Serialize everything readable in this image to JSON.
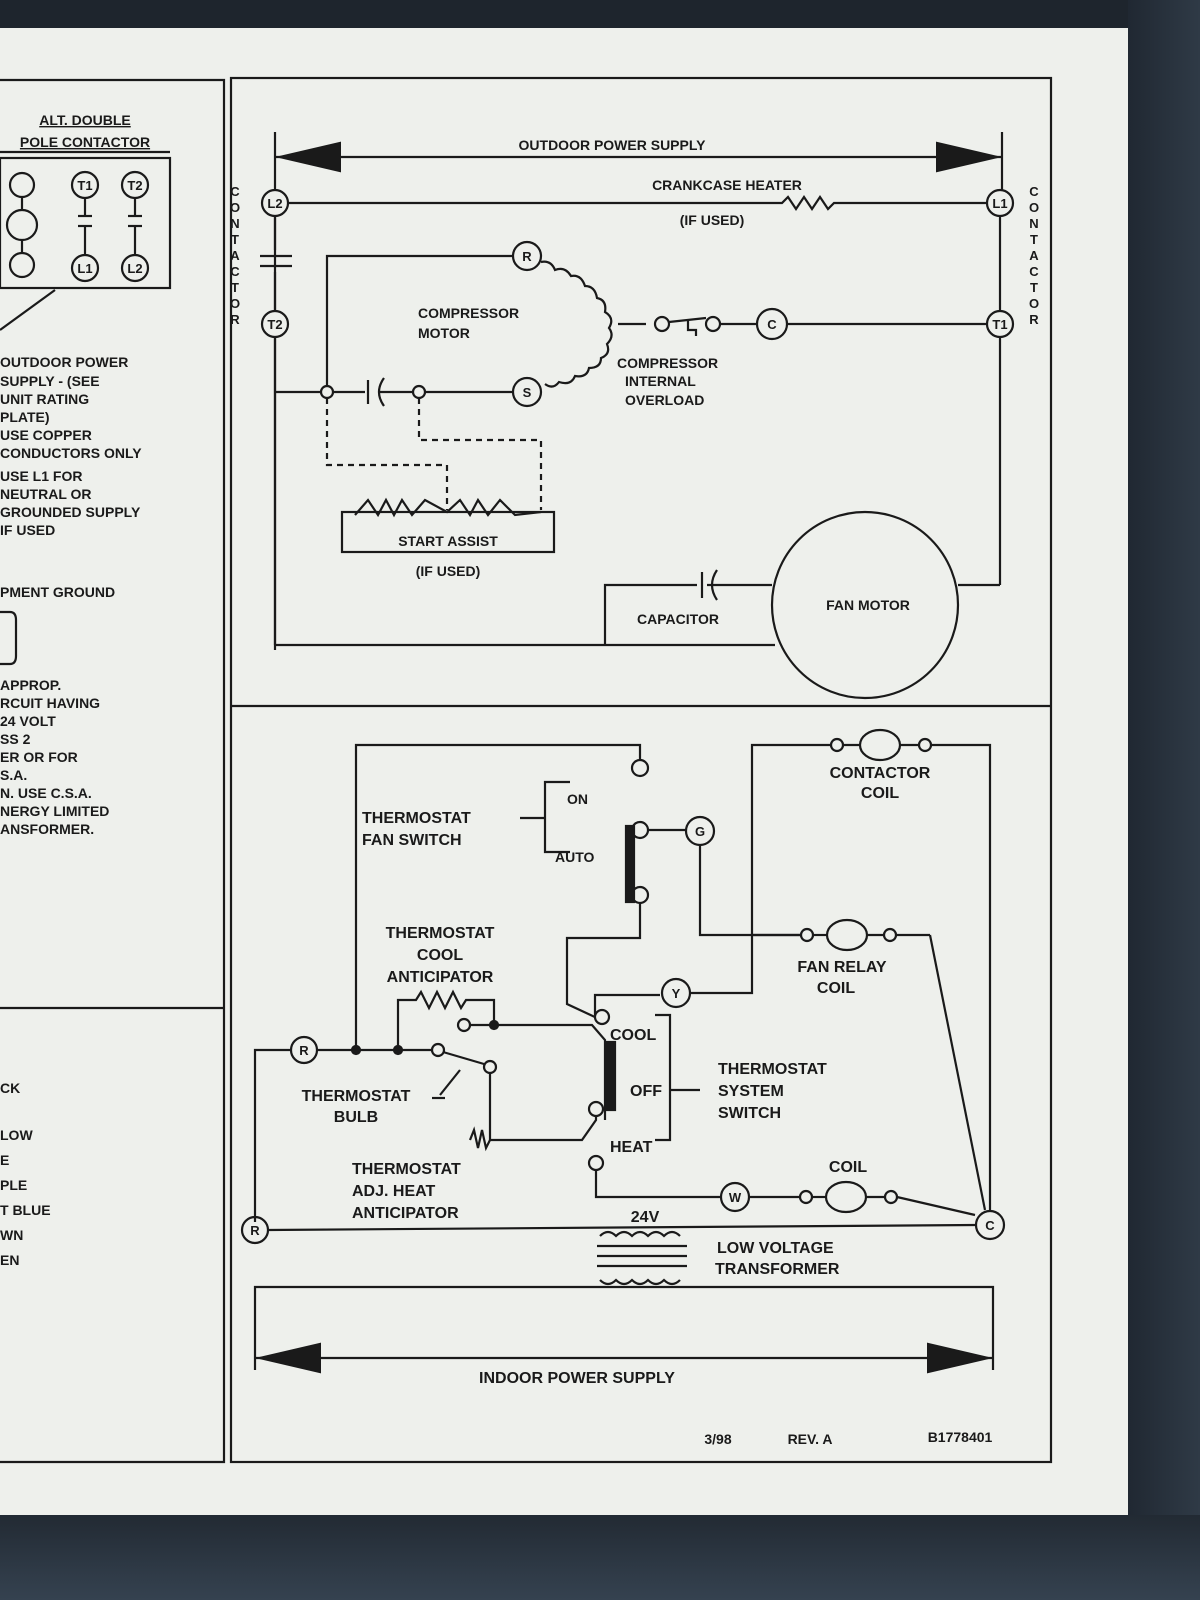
{
  "left_panel": {
    "title_line1": "ALT. DOUBLE",
    "title_line2": "POLE CONTACTOR",
    "terminals": [
      "T1",
      "T2",
      "L1",
      "L2"
    ],
    "note1": [
      "OUTDOOR POWER",
      "SUPPLY - (SEE",
      "UNIT RATING",
      "PLATE)",
      "USE COPPER",
      "CONDUCTORS ONLY",
      "USE L1 FOR",
      "NEUTRAL OR",
      "GROUNDED SUPPLY",
      "IF USED"
    ],
    "note2": "PMENT GROUND",
    "note3": [
      "APPROP.",
      "RCUIT HAVING",
      "24 VOLT",
      "SS 2",
      "ER OR FOR",
      "S.A.",
      "N.  USE C.S.A.",
      "NERGY LIMITED",
      "ANSFORMER."
    ],
    "colors": [
      "CK",
      "LOW",
      "E",
      "PLE",
      "T BLUE",
      "WN",
      "EN"
    ]
  },
  "top_panel": {
    "power_supply": "OUTDOOR POWER SUPPLY",
    "contactor_label": "CONTACTOR",
    "crankcase_heater": "CRANKCASE HEATER",
    "if_used": "(IF USED)",
    "compressor_motor": [
      "COMPRESSOR",
      "MOTOR"
    ],
    "compressor_overload": [
      "COMPRESSOR",
      "INTERNAL",
      "OVERLOAD"
    ],
    "start_assist": "START ASSIST",
    "start_assist_note": "(IF USED)",
    "capacitor": "CAPACITOR",
    "fan_motor": "FAN MOTOR",
    "terminals": {
      "l2": "L2",
      "t2": "T2",
      "l1": "L1",
      "t1": "T1",
      "r": "R",
      "s": "S",
      "c": "C"
    }
  },
  "bottom_panel": {
    "contactor_coil": [
      "CONTACTOR",
      "COIL"
    ],
    "fan_switch": [
      "THERMOSTAT",
      "FAN SWITCH"
    ],
    "on": "ON",
    "auto": "AUTO",
    "cool_anticipator": [
      "THERMOSTAT",
      "COOL",
      "ANTICIPATOR"
    ],
    "fan_relay_coil": [
      "FAN RELAY",
      "COIL"
    ],
    "cool": "COOL",
    "off": "OFF",
    "heat": "HEAT",
    "system_switch": [
      "THERMOSTAT",
      "SYSTEM",
      "SWITCH"
    ],
    "bulb": [
      "THERMOSTAT",
      "BULB"
    ],
    "heat_anticipator": [
      "THERMOSTAT",
      "ADJ. HEAT",
      "ANTICIPATOR"
    ],
    "coil": "COIL",
    "voltage": "24V",
    "transformer": [
      "LOW VOLTAGE",
      "TRANSFORMER"
    ],
    "power_supply": "INDOOR POWER SUPPLY",
    "terminals": {
      "r": "R",
      "g": "G",
      "y": "Y",
      "w": "W",
      "c": "C"
    }
  },
  "footer": {
    "date": "3/98",
    "rev": "REV. A",
    "part_no": "B1778401"
  }
}
